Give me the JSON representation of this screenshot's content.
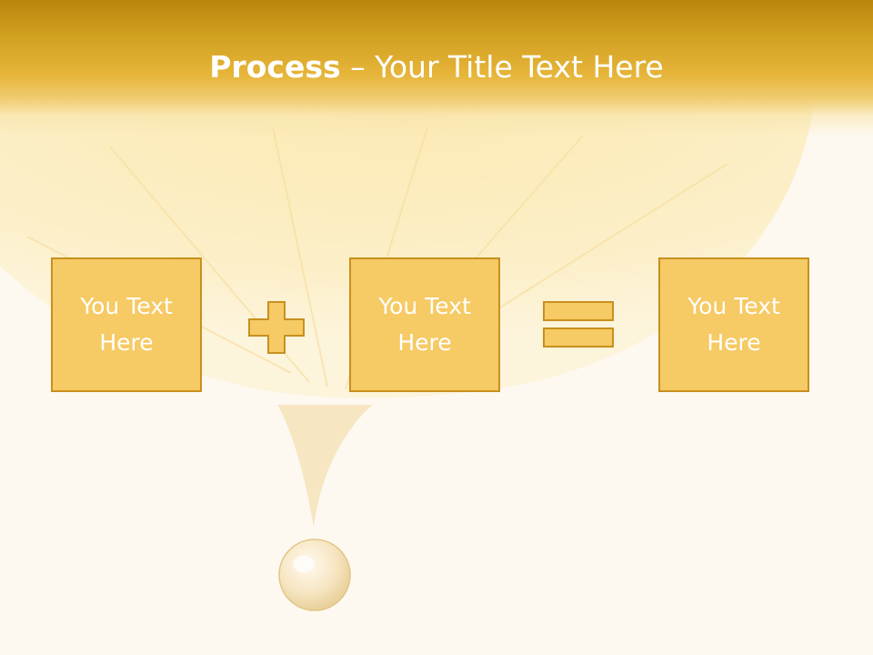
{
  "title": {
    "bold": "Process",
    "separator": " – ",
    "regular": "Your Title Text Here"
  },
  "steps": [
    {
      "text": "You Text Here"
    },
    {
      "text": "You Text Here"
    },
    {
      "text": "You Text Here"
    }
  ],
  "operators": {
    "first": "plus-icon",
    "second": "equals-icon"
  },
  "colors": {
    "header_dark": "#b9860d",
    "header_light": "#e6b53a",
    "box_fill": "#f6ca64",
    "box_border": "#c8901f",
    "background": "#fdf9f0",
    "text": "#ffffff"
  }
}
